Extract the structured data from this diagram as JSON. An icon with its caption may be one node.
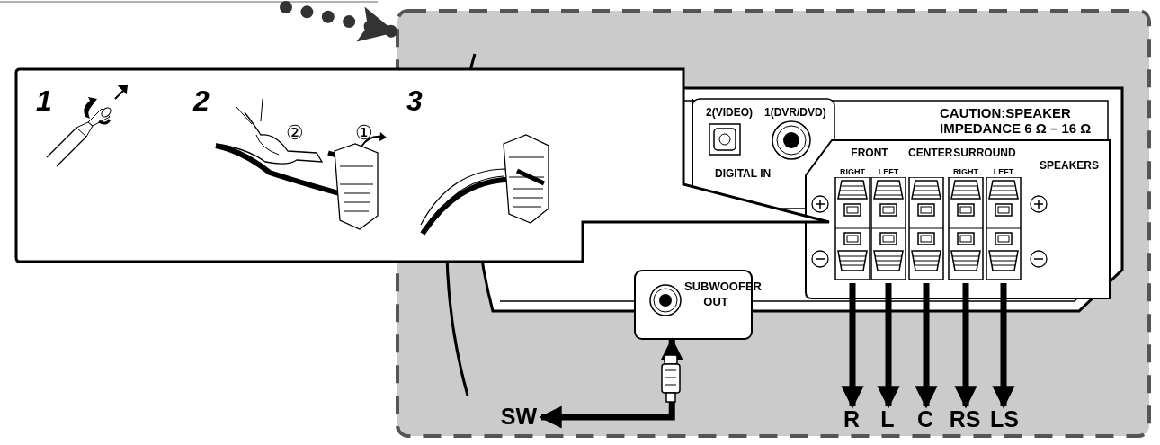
{
  "diagram": {
    "nodes": [
      {
        "text": [],
        "shape": "box"
      },
      {
        "text": [
          "1"
        ],
        "in": 0
      },
      {
        "text": [
          "2"
        ],
        "in": 0
      },
      {
        "text": [
          "3"
        ]
      },
      {
        "text": [],
        "shape": "box"
      },
      {
        "text": [
          "SUBWOOFER OUT"
        ],
        "in": 4
      },
      {
        "text": [
          "FRONT",
          "CENTER",
          "SURROUND",
          "SPEAKERS"
        ],
        "in": 4
      },
      {
        "text": [
          "RIGHT"
        ],
        "in": 6
      },
      {
        "text": [
          "LEFT"
        ],
        "in": 6
      },
      {
        "text": [],
        "shape": "box",
        "in": 6
      },
      {
        "text": [
          "RIGHT"
        ],
        "in": 6
      },
      {
        "text": [
          "LEFT"
        ],
        "in": 6
      },
      {
        "text": [
          "SW"
        ],
        "in": 4
      },
      {
        "text": [
          "R"
        ],
        "in": 4
      },
      {
        "text": [
          "L"
        ],
        "in": 4
      },
      {
        "text": [
          "C"
        ],
        "in": 4
      },
      {
        "text": [
          "RS"
        ],
        "in": 4
      },
      {
        "text": [
          "LS"
        ],
        "in": 4
      }
    ],
    "edges": [
      {
        "from": null,
        "to": 4,
        "arrow": "to",
        "style": "dashed"
      },
      {
        "from": 5,
        "to": 12,
        "arrow": "both"
      },
      {
        "from": 7,
        "to": 13,
        "arrow": "to"
      },
      {
        "from": 8,
        "to": 14,
        "arrow": "to"
      },
      {
        "from": 9,
        "to": 15,
        "arrow": "to"
      },
      {
        "from": 10,
        "to": 16,
        "arrow": "to"
      },
      {
        "from": 11,
        "to": 17,
        "arrow": "to"
      }
    ],
    "labels": [
      "②",
      "①",
      "2(VIDEO)",
      "1(DVR/DVD)",
      "DIGITAL IN",
      "CAUTION:SPEAKER IMPEDANCE 6 Ω – 16 Ω"
    ]
  }
}
